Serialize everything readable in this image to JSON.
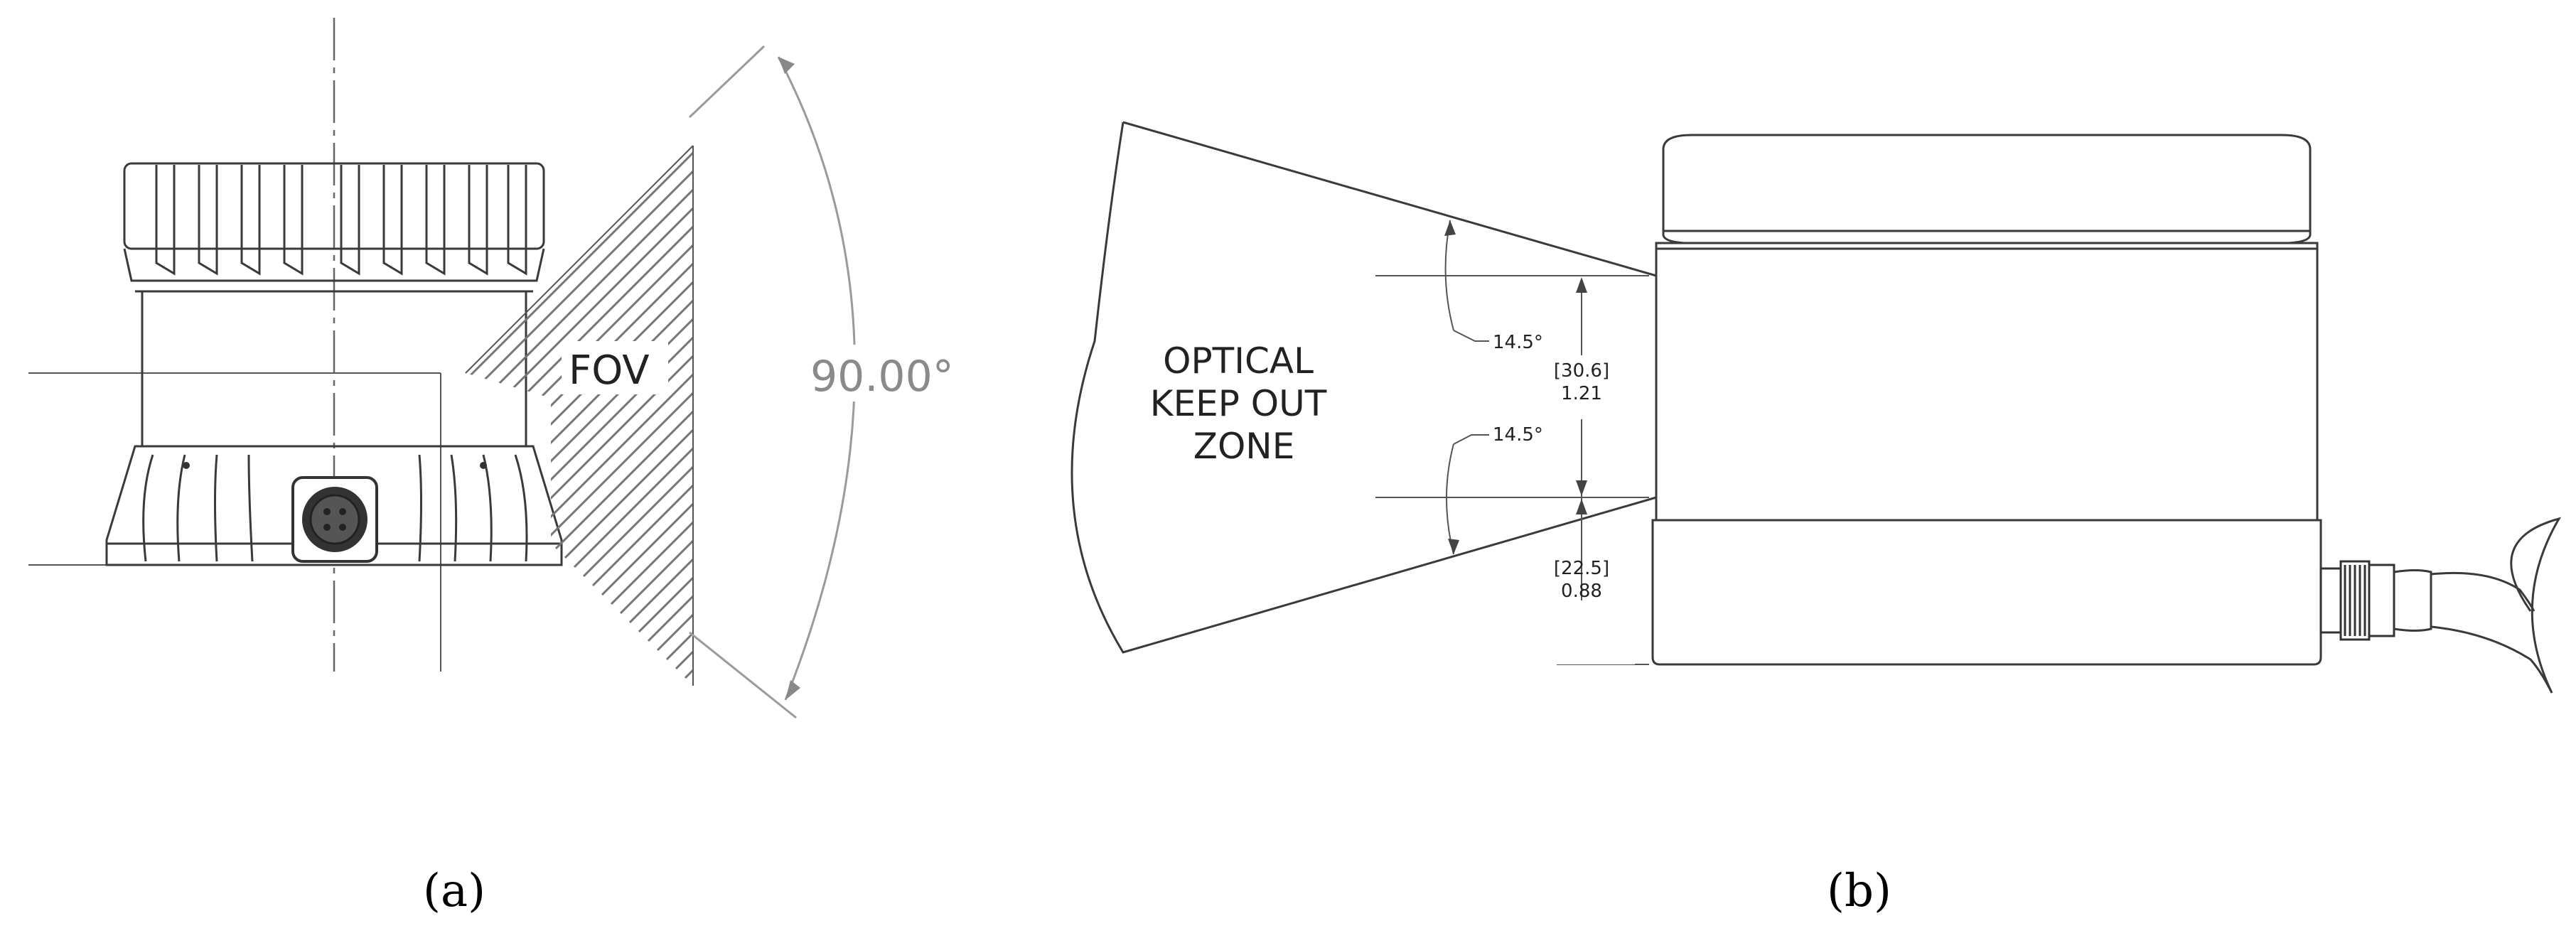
{
  "panel_a": {
    "fov_label": "FOV",
    "angle_label": "90.00°",
    "caption": "(a)"
  },
  "panel_b": {
    "zone_label_lines": [
      "OPTICAL",
      "KEEP OUT",
      "ZONE"
    ],
    "upper_angle": "14.5°",
    "lower_angle": "14.5°",
    "dim_upper_mm": "[30.6]",
    "dim_upper_in": "1.21",
    "dim_lower_mm": "[22.5]",
    "dim_lower_in": "0.88",
    "caption": "(b)"
  }
}
